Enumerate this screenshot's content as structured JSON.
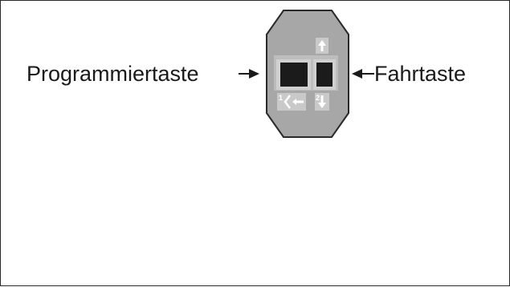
{
  "labels": {
    "left": "Programmiertaste",
    "right": "Fahrtaste"
  },
  "panel": {
    "marks": {
      "one": "1",
      "two": "2"
    }
  },
  "colors": {
    "panel_fill": "#a7a7a7",
    "panel_stroke": "#2a2a2a",
    "inset_fill": "#c7c7c7",
    "button_fill": "#1b1b1b",
    "text": "#1a1a1a"
  },
  "icons": {
    "up_arrow": "arrow-up-icon",
    "down_arrow": "arrow-down-icon",
    "left_arrow": "arrow-left-icon",
    "door_bracket": "bracket-icon"
  }
}
